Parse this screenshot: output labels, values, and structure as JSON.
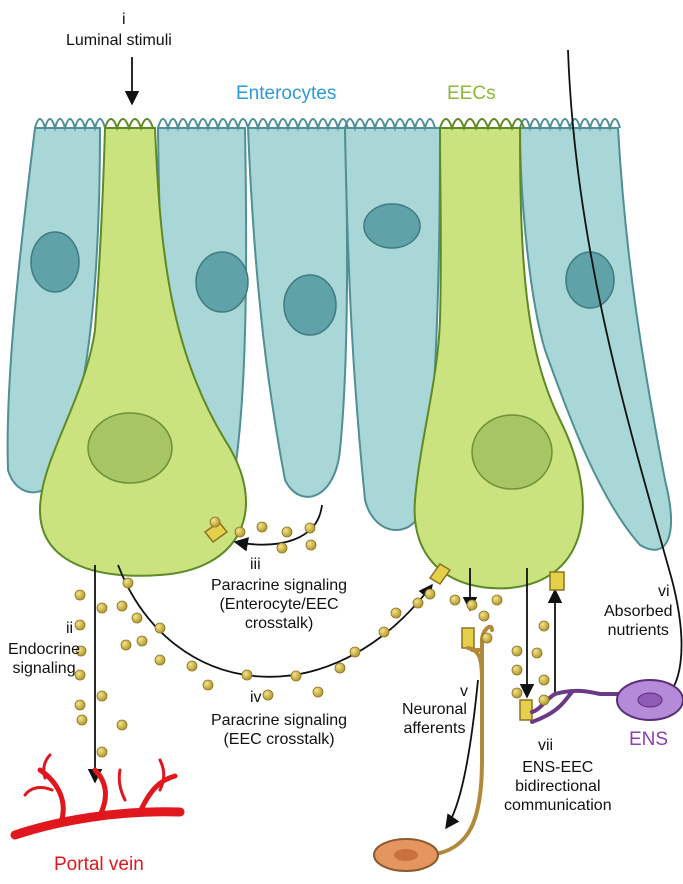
{
  "labels": {
    "step_i": "i",
    "luminal_stimuli": "Luminal stimuli",
    "enterocytes": "Enterocytes",
    "eecs": "EECs",
    "step_ii": "ii",
    "endocrine_signaling": "Endocrine\nsignaling",
    "step_iii": "iii",
    "paracrine_enterocyte": "Paracrine signaling\n(Enterocyte/EEC\ncrosstalk)",
    "step_iv": "iv",
    "paracrine_eec": "Paracrine signaling\n(EEC crosstalk)",
    "step_v": "v",
    "neuronal_afferents": "Neuronal\nafferents",
    "step_vi": "vi",
    "absorbed_nutrients": "Absorbed\nnutrients",
    "step_vii": "vii",
    "ens_eec": "ENS-EEC\nbidirectional\ncommunication",
    "ens": "ENS",
    "portal_vein": "Portal vein"
  },
  "colors": {
    "enterocyte_fill": "#a9d6d6",
    "enterocyte_stroke": "#4f8f96",
    "enterocyte_nucleus": "#5fa3a8",
    "eec_fill": "#cbe37e",
    "eec_stroke": "#5e8a26",
    "eec_nucleus": "#a8c564",
    "granule": "#c9b045",
    "vein": "#e1171e",
    "ens_neuron": "#6b3a86",
    "afferent_neuron": "#b08a3a",
    "enterocytes_label": "#2c9ad6",
    "eecs_label": "#8cb83a",
    "ens_label": "#8a3fb5",
    "portal_label": "#e1171e"
  }
}
